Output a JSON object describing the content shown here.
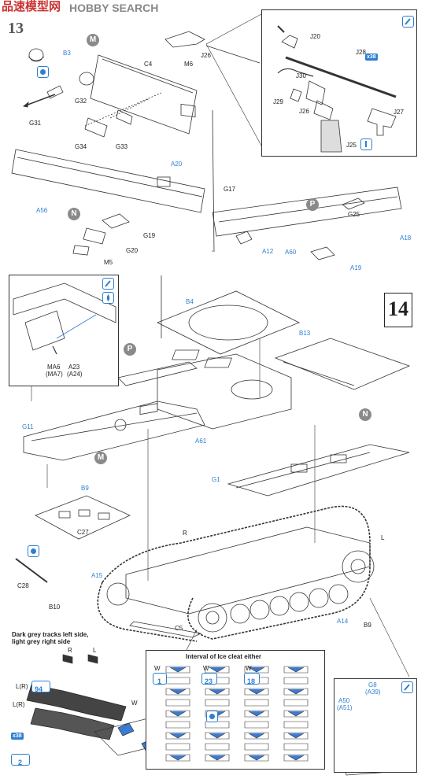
{
  "header": {
    "logo": "品速模型网",
    "search": "HOBBY SEARCH",
    "step_prev": "13"
  },
  "step": "14",
  "markers": {
    "M": "M",
    "N": "N",
    "P": "P"
  },
  "parts_top": {
    "B3": "B3",
    "G31": "G31",
    "G32": "G32",
    "G34": "G34",
    "G33": "G33",
    "C4": "C4",
    "M6": "M6",
    "J26": "J26",
    "A20": "A20",
    "A56": "A56",
    "G19": "G19",
    "G20": "G20",
    "M5": "M5",
    "G17": "G17",
    "A12": "A12",
    "A60": "A60",
    "A19": "A19",
    "A18": "A18",
    "G25": "G25"
  },
  "parts_mg": {
    "J20": "J20",
    "J28": "J28",
    "J30": "J30",
    "J29": "J29",
    "J26": "J26",
    "J27": "J27",
    "J25": "J25",
    "tag": "x38"
  },
  "parts_mid": {
    "MA6": "MA6",
    "MA7": "(MA7)",
    "A23": "A23",
    "A24": "(A24)",
    "B4": "B4",
    "B13": "B13",
    "A61": "A61",
    "G11": "G11"
  },
  "parts_low": {
    "B9": "B9",
    "G1": "G1",
    "C27": "C27",
    "C28": "C28",
    "R": "R",
    "L": "L",
    "A15": "A15",
    "B10": "B10",
    "C5": "C5",
    "A14": "A14",
    "B9b": "B9"
  },
  "tracks": {
    "title1": "Dark grey tracks left side,",
    "title2": "light grey right side",
    "R": "R",
    "L": "L",
    "LR": "L(R)",
    "LRb": "L(R)",
    "W": "W",
    "x94": "94",
    "x2": "2",
    "tag": "x38"
  },
  "cleats": {
    "title": "Interval of Ice cleat either",
    "W": "W",
    "n1": "1",
    "n23": "23",
    "n18": "18"
  },
  "detail": {
    "G8": "G8",
    "A39": "(A39)",
    "A50": "A50",
    "A51": "(A51)"
  }
}
